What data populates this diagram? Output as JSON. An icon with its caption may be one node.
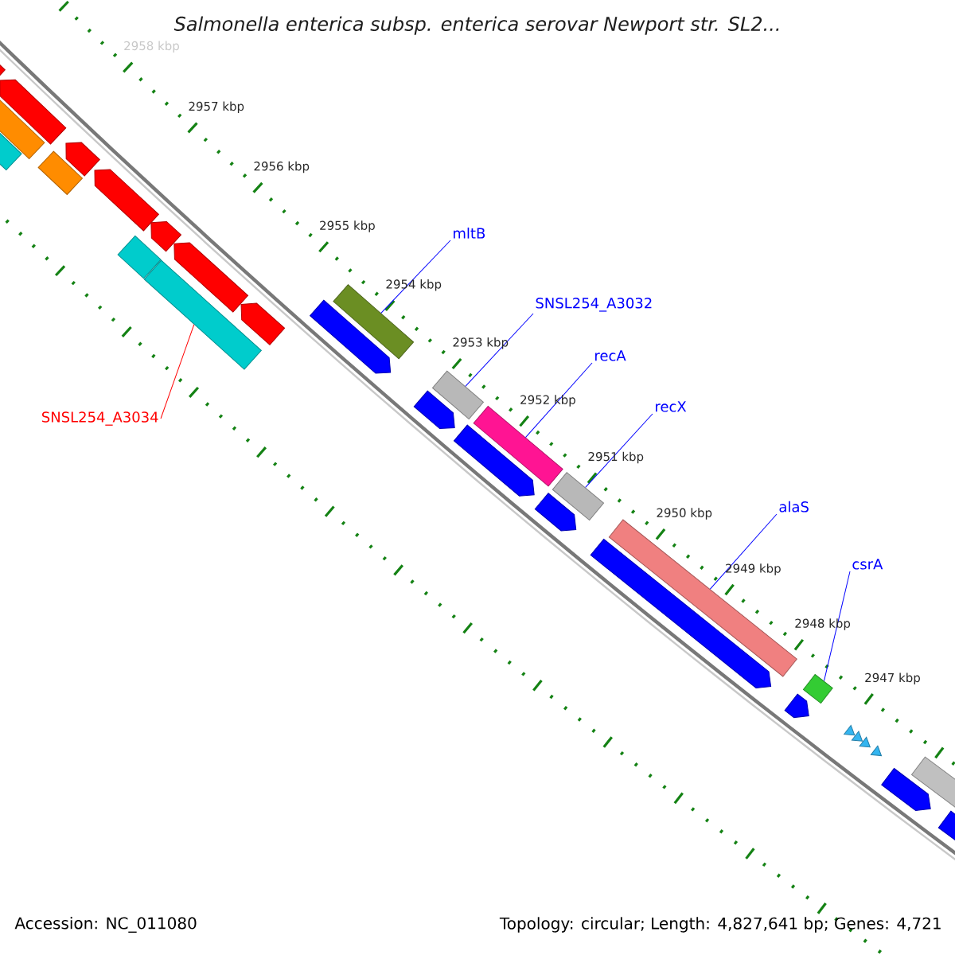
{
  "diagram": {
    "title": "Salmonella enterica subsp. enterica serovar Newport str. SL2...",
    "nodes": [
      {
        "text": [
          "mltB"
        ]
      },
      {
        "text": [
          "SNSL254_A3032"
        ]
      },
      {
        "text": [
          "recA"
        ]
      },
      {
        "text": [
          "recX"
        ]
      },
      {
        "text": [
          "alaS"
        ]
      },
      {
        "text": [
          "csrA"
        ]
      },
      {
        "text": [
          "SNSL254_A3034"
        ]
      },
      {
        "text": [],
        "shape": "bar"
      },
      {
        "text": [],
        "shape": "bar"
      },
      {
        "text": [],
        "shape": "bar"
      },
      {
        "text": [],
        "shape": "bar"
      },
      {
        "text": [],
        "shape": "bar"
      },
      {
        "text": [],
        "shape": "bar"
      },
      {
        "text": [],
        "shape": "bar"
      }
    ],
    "edges": [
      {
        "from": 0,
        "to": 7,
        "arrow": "none"
      },
      {
        "from": 1,
        "to": 8,
        "arrow": "none"
      },
      {
        "from": 2,
        "to": 9,
        "arrow": "none"
      },
      {
        "from": 3,
        "to": 10,
        "arrow": "none"
      },
      {
        "from": 4,
        "to": 11,
        "arrow": "none"
      },
      {
        "from": 5,
        "to": 12,
        "arrow": "none"
      },
      {
        "from": 6,
        "to": 13,
        "arrow": "none",
        "color": "#ff0000"
      }
    ],
    "labels": [
      "2958 kbp",
      "2957 kbp",
      "2956 kbp",
      "2955 kbp",
      "2954 kbp",
      "2953 kbp",
      "2952 kbp",
      "2951 kbp",
      "2950 kbp",
      "2949 kbp",
      "2948 kbp",
      "2947 kbp",
      "Accession: NC_011080",
      "Topology: circular; Length: 4,827,641 bp; Genes: 4,721"
    ]
  }
}
